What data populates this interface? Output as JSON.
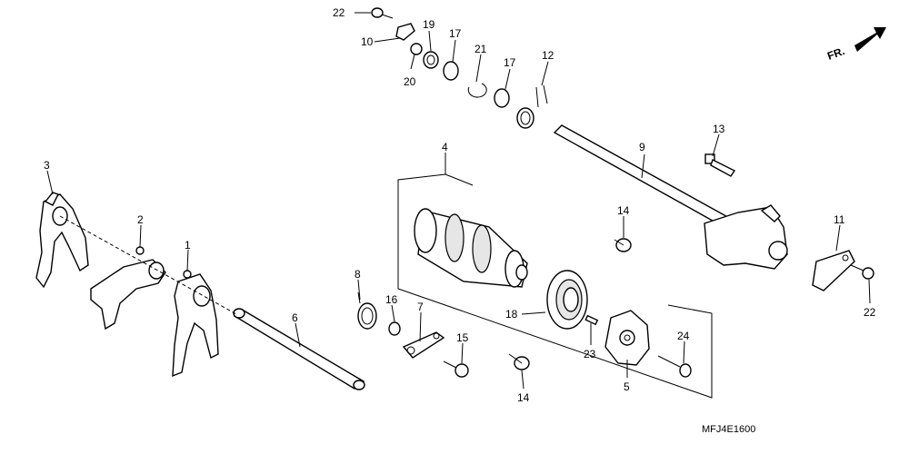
{
  "front_marker": {
    "label": "FR."
  },
  "drawing_code": "MFJ4E1600",
  "callouts": {
    "c1": "1",
    "c2": "2",
    "c3": "3",
    "c4": "4",
    "c5": "5",
    "c6": "6",
    "c7": "7",
    "c8": "8",
    "c9": "9",
    "c10": "10",
    "c11": "11",
    "c12": "12",
    "c13": "13",
    "c14a": "14",
    "c14b": "14",
    "c15": "15",
    "c16": "16",
    "c17a": "17",
    "c17b": "17",
    "c18": "18",
    "c19": "19",
    "c20": "20",
    "c21": "21",
    "c22a": "22",
    "c22b": "22",
    "c23": "23",
    "c24": "24"
  }
}
